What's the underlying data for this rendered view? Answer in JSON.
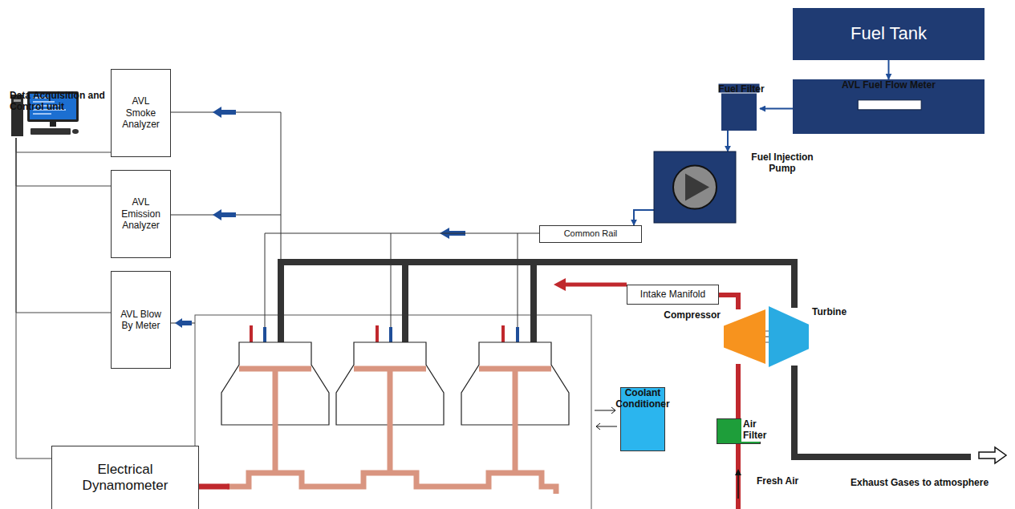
{
  "diagram": {
    "nodes": [
      {
        "text": [
          "Data Acquisition and Control unit"
        ]
      },
      {
        "text": [
          "AVL Smoke Analyzer"
        ]
      },
      {
        "text": [
          "AVL Emission Analyzer"
        ]
      },
      {
        "text": [
          "AVL Blow By Meter"
        ]
      },
      {
        "text": [
          "Fuel Tank"
        ]
      },
      {
        "text": [
          "Fuel Filter"
        ]
      },
      {
        "text": [
          "AVL Fuel Flow Meter"
        ]
      },
      {
        "text": [
          "Fuel Injection Pump"
        ]
      },
      {
        "text": [
          "Common Rail"
        ]
      },
      {
        "text": [
          "Intake Manifold"
        ]
      },
      {
        "text": [
          "Compressor"
        ]
      },
      {
        "text": [
          "Turbine"
        ]
      },
      {
        "text": [
          "Coolant Conditioner"
        ]
      },
      {
        "text": [
          "Air Filter"
        ]
      },
      {
        "text": [
          "Electrical Dynamometer"
        ]
      }
    ],
    "edges": [
      {
        "from": 4,
        "to": 6,
        "arrow": "to"
      },
      {
        "from": 6,
        "to": 5,
        "arrow": "to"
      },
      {
        "from": 5,
        "to": 7,
        "arrow": "to"
      },
      {
        "from": 7,
        "to": 8,
        "arrow": "to"
      },
      {
        "from": 0,
        "to": 1,
        "arrow": "none"
      },
      {
        "from": 0,
        "to": 2,
        "arrow": "none"
      },
      {
        "from": 0,
        "to": 3,
        "arrow": "none"
      },
      {
        "from": 0,
        "to": 14,
        "arrow": "none"
      },
      {
        "from": 13,
        "to": 10,
        "arrow": "none"
      },
      {
        "from": 10,
        "to": 9,
        "arrow": "none"
      },
      {
        "from": 10,
        "to": 11,
        "arrow": "none"
      }
    ],
    "labels": [
      "Fresh Air",
      "Exhaust Gases to atmosphere"
    ]
  }
}
